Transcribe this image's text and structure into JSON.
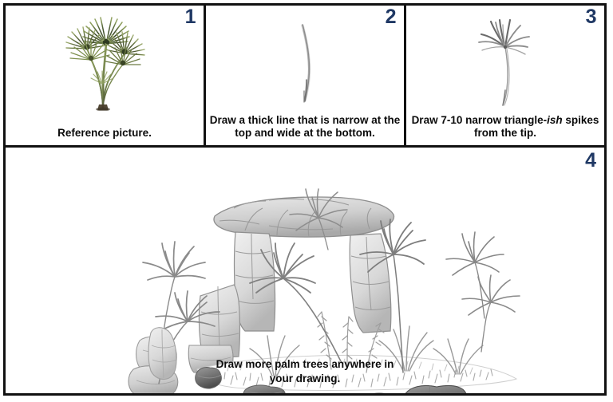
{
  "sheet": {
    "title": "How to draw a palm tree - step tutorial sheet",
    "border_color": "#111111",
    "background_color": "#ffffff",
    "number_color": "#1f3864",
    "text_color": "#0b0b0b",
    "sketch_color": "#7a7a7a"
  },
  "panels": [
    {
      "number": "1",
      "caption": "Reference picture.",
      "caption_parts": {
        "before": "Reference picture.",
        "italic": "",
        "after": ""
      },
      "art_name": "palm-tree-photo",
      "art_description": "Color photograph of a green fan palm with multiple fronds on thin stems"
    },
    {
      "number": "2",
      "caption": "Draw a thick line that is narrow at the top and wide at the bottom.",
      "caption_parts": {
        "before": "Draw a thick line that is narrow at the top and wide at the bottom.",
        "italic": "",
        "after": ""
      },
      "art_name": "curved-trunk-line-sketch",
      "art_description": "A single thin curved gray pencil line, tapering"
    },
    {
      "number": "3",
      "caption": "Draw 7-10 narrow triangle-ish spikes from the tip.",
      "caption_parts": {
        "before": "Draw 7-10 narrow triangle-",
        "italic": "ish",
        "after": " spikes from the tip."
      },
      "art_name": "frond-spikes-sketch",
      "art_description": "Curved stem with a fan of 7-10 narrow spikes radiating from the tip"
    }
  ],
  "bottom_panel": {
    "number": "4",
    "caption_line_1": "Draw more palm trees anywhere in",
    "caption_line_2": "your drawing.",
    "art_name": "landscape-scene-sketch",
    "art_description": "Grayscale pencil landscape with a stone arch, boulders, grass tufts and several fan palm trees"
  }
}
